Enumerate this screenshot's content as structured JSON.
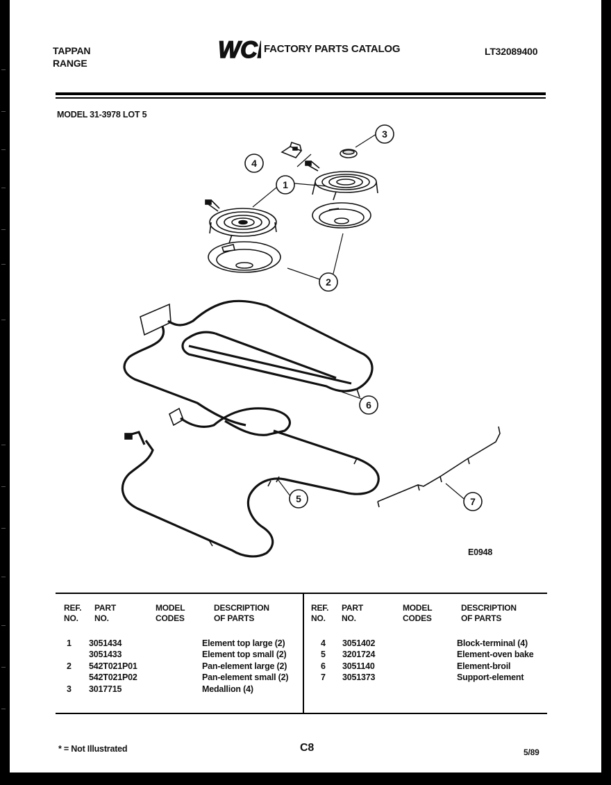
{
  "header": {
    "brand_line1": "TAPPAN",
    "brand_line2": "RANGE",
    "logo_text": "WCI",
    "catalog_title": "FACTORY PARTS CATALOG",
    "catalog_number": "LT32089400",
    "model_line": "MODEL 31-3978 LOT 5"
  },
  "diagram": {
    "figure_code": "E0948",
    "callouts": [
      "1",
      "2",
      "3",
      "4",
      "5",
      "6",
      "7"
    ]
  },
  "table": {
    "columns": {
      "ref": "REF.\nNO.",
      "part": "PART\nNO.",
      "model": "MODEL\nCODES",
      "desc": "DESCRIPTION\nOF PARTS"
    },
    "left_rows": [
      {
        "ref": "1",
        "part": "3051434",
        "desc": "Element top large (2)"
      },
      {
        "ref": "",
        "part": "3051433",
        "desc": "Element top small (2)"
      },
      {
        "ref": "2",
        "part": "542T021P01",
        "desc": "Pan-element large (2)"
      },
      {
        "ref": "",
        "part": "542T021P02",
        "desc": "Pan-element small (2)"
      },
      {
        "ref": "3",
        "part": "3017715",
        "desc": "Medallion (4)"
      }
    ],
    "right_rows": [
      {
        "ref": "4",
        "part": "3051402",
        "desc": "Block-terminal (4)"
      },
      {
        "ref": "5",
        "part": "3201724",
        "desc": "Element-oven bake"
      },
      {
        "ref": "6",
        "part": "3051140",
        "desc": "Element-broil"
      },
      {
        "ref": "7",
        "part": "3051373",
        "desc": "Support-element"
      }
    ]
  },
  "footer": {
    "note": "* = Not Illustrated",
    "page_code": "C8",
    "date": "5/89"
  }
}
